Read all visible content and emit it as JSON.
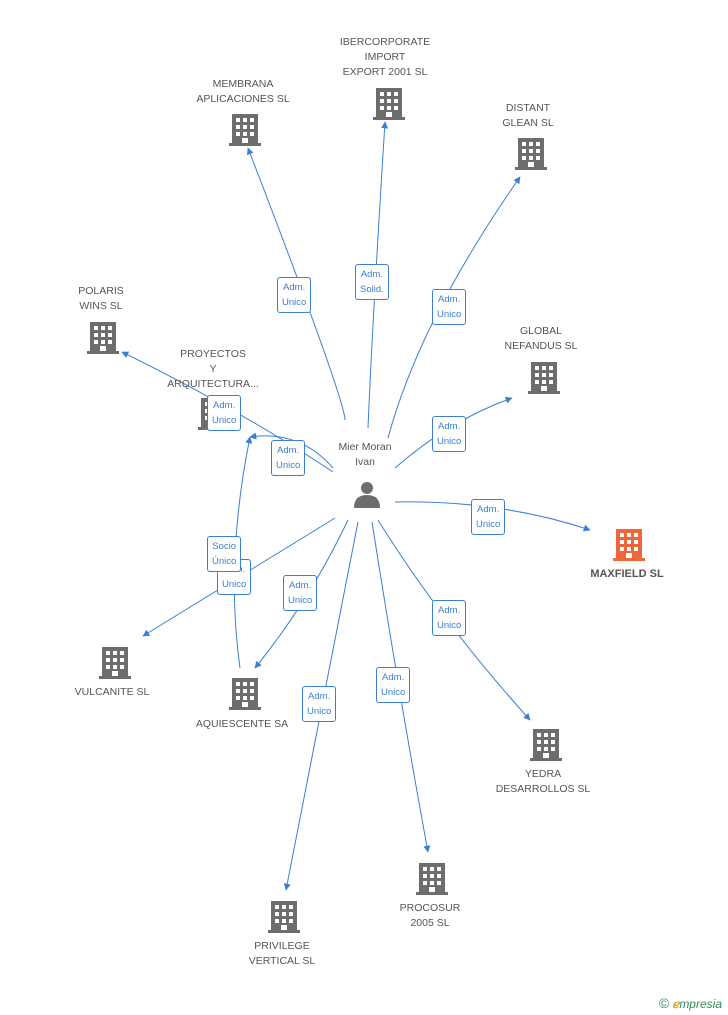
{
  "center": {
    "name_line1": "Mier Moran",
    "name_line2": "Ivan"
  },
  "colors": {
    "edge": "#3b7fd3",
    "building": "#6d6d6d",
    "focus": "#f0663a",
    "person": "#6d6d6d"
  },
  "companies": [
    {
      "id": "membrana",
      "lines": [
        "MEMBRANA",
        "APLICACIONES SL"
      ]
    },
    {
      "id": "ibercorporate",
      "lines": [
        "IBERCORPORATE",
        "IMPORT",
        "EXPORT 2001 SL"
      ]
    },
    {
      "id": "distant",
      "lines": [
        "DISTANT",
        "GLEAN  SL"
      ]
    },
    {
      "id": "polaris",
      "lines": [
        "POLARIS",
        "WINS  SL"
      ]
    },
    {
      "id": "proyectos",
      "lines": [
        "PROYECTOS",
        "Y",
        "ARQUITECTURA..."
      ]
    },
    {
      "id": "global",
      "lines": [
        "GLOBAL",
        "NEFANDUS SL"
      ]
    },
    {
      "id": "maxfield",
      "lines": [
        "MAXFIELD SL"
      ]
    },
    {
      "id": "vulcanite",
      "lines": [
        "VULCANITE SL"
      ]
    },
    {
      "id": "aquiescente",
      "lines": [
        "AQUIESCENTE SA"
      ]
    },
    {
      "id": "yedra",
      "lines": [
        "YEDRA",
        "DESARROLLOS SL"
      ]
    },
    {
      "id": "procosur",
      "lines": [
        "PROCOSUR",
        "2005 SL"
      ]
    },
    {
      "id": "privilege",
      "lines": [
        "PRIVILEGE",
        "VERTICAL  SL"
      ]
    }
  ],
  "relations": [
    {
      "target": "membrana",
      "label": [
        "Adm.",
        "Unico"
      ]
    },
    {
      "target": "ibercorporate",
      "label": [
        "Adm.",
        "Solid."
      ]
    },
    {
      "target": "distant",
      "label": [
        "Adm.",
        "Unico"
      ]
    },
    {
      "target": "polaris",
      "label": [
        "Adm.",
        "Unico"
      ]
    },
    {
      "target": "proyectos",
      "label": [
        "Adm.",
        "Unico"
      ]
    },
    {
      "target": "global",
      "label": [
        "Adm.",
        "Unico"
      ]
    },
    {
      "target": "maxfield",
      "label": [
        "Adm.",
        "Unico"
      ]
    },
    {
      "target": "vulcanite",
      "label": [
        "Adm.",
        "Unico"
      ]
    },
    {
      "target": "aquiescente",
      "label": [
        "Adm.",
        "Unico"
      ]
    },
    {
      "target": "yedra",
      "label": [
        "Adm.",
        "Unico"
      ]
    },
    {
      "target": "procosur",
      "label": [
        "Adm.",
        "Unico"
      ]
    },
    {
      "target": "privilege",
      "label": [
        "Adm.",
        "Unico"
      ]
    },
    {
      "target": "proyectos",
      "label": [
        "Socio",
        "Único"
      ],
      "from": "aquiescente"
    }
  ],
  "footer": {
    "copyright": "©",
    "brand_e": "ℯ",
    "brand_rest": "mpresia"
  }
}
